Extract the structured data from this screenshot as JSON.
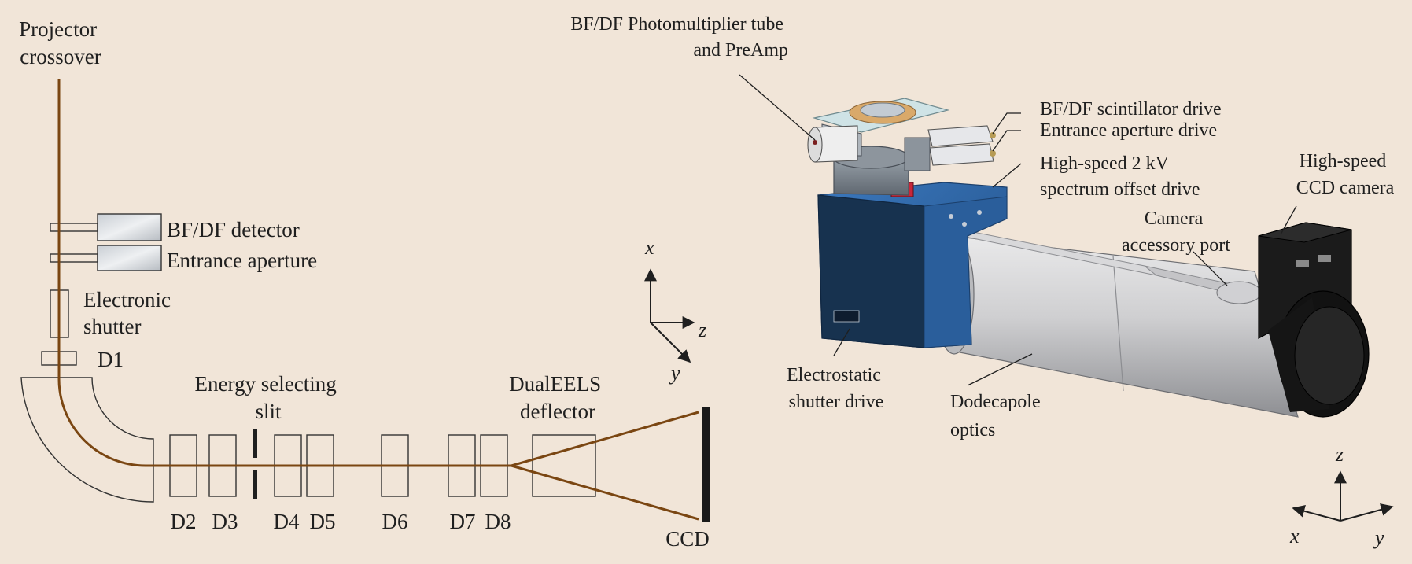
{
  "schematic": {
    "projector": [
      "Projector",
      "crossover"
    ],
    "bfdf_detector": "BF/DF detector",
    "entrance_aperture": "Entrance aperture",
    "shutter": [
      "Electronic",
      "shutter"
    ],
    "d1": "D1",
    "slit": [
      "Energy selecting",
      "slit"
    ],
    "dualeels": [
      "DualEELS",
      "deflector"
    ],
    "lenses": [
      "D2",
      "D3",
      "D4",
      "D5",
      "D6",
      "D7",
      "D8"
    ],
    "ccd": "CCD",
    "beam_color": "#7a4612"
  },
  "axes_left": {
    "x": "x",
    "y": "y",
    "z": "z"
  },
  "hardware": {
    "pmt": [
      "BF/DF Photomultiplier tube",
      "and PreAmp"
    ],
    "scint": "BF/DF scintillator drive",
    "entrance_drive": "Entrance aperture drive",
    "offset": [
      "High-speed 2 kV",
      "spectrum offset drive"
    ],
    "camera": [
      "High-speed",
      "CCD camera"
    ],
    "accessory": [
      "Camera",
      "accessory port"
    ],
    "es_shutter": [
      "Electrostatic",
      "shutter drive"
    ],
    "dodeca": [
      "Dodecapole",
      "optics"
    ],
    "housing_color": "#2f68a8"
  },
  "axes_right": {
    "x": "x",
    "y": "y",
    "z": "z"
  }
}
